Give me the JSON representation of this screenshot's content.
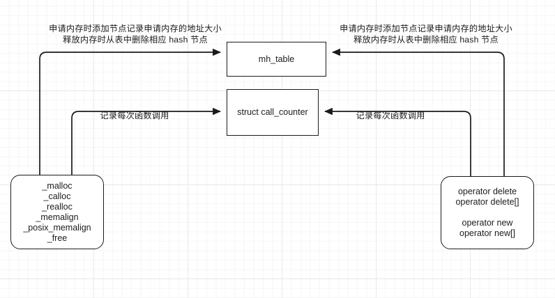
{
  "diagram": {
    "title": "memory hook call flow",
    "stroke_color": "#1b1b1b",
    "background_color": "#ffffff",
    "grid_minor_color": "#f6f6f6",
    "grid_major_color": "#e8e8e8"
  },
  "nodes": {
    "mh_table": {
      "label": "mh_table",
      "shape": "rectangle"
    },
    "call_counter": {
      "label": "struct call_counter",
      "shape": "rectangle"
    },
    "c_allocators": {
      "label": "_malloc\n_calloc\n_realloc\n_memalign\n_posix_memalign\n_free",
      "shape": "rounded-rectangle"
    },
    "cpp_allocators": {
      "label": "operator delete\noperator delete[]\n\noperator new\noperator new[]",
      "shape": "rounded-rectangle"
    }
  },
  "edge_labels": {
    "left_to_mh_table": "申请内存时添加节点记录申请内存的地址大小\n释放内存时从表中删除相应 hash 节点",
    "right_to_mh_table": "申请内存时添加节点记录申请内存的地址大小\n释放内存时从表中删除相应 hash 节点",
    "left_to_call_counter": "记录每次函数调用",
    "right_to_call_counter": "记录每次函数调用"
  }
}
